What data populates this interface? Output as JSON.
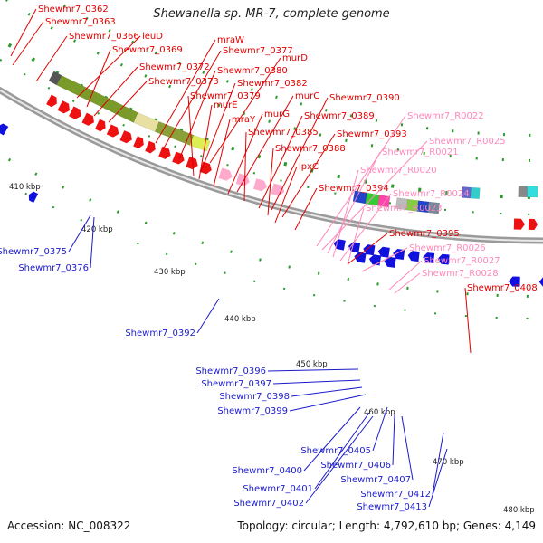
{
  "title": "Shewanella sp. MR-7, complete genome",
  "footer": {
    "accession": "Accession: NC_008322",
    "topology": "Topology: circular; Length: 4,792,610 bp; Genes: 4,149"
  },
  "colors": {
    "backbone": "#9a9a9a",
    "forward_label": "#e00000",
    "forward_arrow": "#ee1111",
    "rna_label": "#ff88bb",
    "rna_arrow": "#ffaacc",
    "reverse_label": "#1a1acc",
    "reverse_arrow": "#1111dd",
    "tick": "#2a9a2a"
  },
  "scale": [
    {
      "label": "410 kbp"
    },
    {
      "label": "420 kbp"
    },
    {
      "label": "430 kbp"
    },
    {
      "label": "440 kbp"
    },
    {
      "label": "450 kbp"
    },
    {
      "label": "460 kbp"
    },
    {
      "label": "470 kbp"
    },
    {
      "label": "480 kbp"
    }
  ],
  "forward_genes": [
    "Shewmr7_0362",
    "Shewmr7_0363",
    "Shewmr7_0366",
    "leuD",
    "Shewmr7_0369",
    "mraW",
    "Shewmr7_0377",
    "Shewmr7_0372",
    "Shewmr7_0380",
    "murD",
    "Shewmr7_0373",
    "Shewmr7_0382",
    "Shewmr7_0379",
    "murC",
    "Shewmr7_0390",
    "murE",
    "mraY",
    "murG",
    "Shewmr7_0389",
    "Shewmr7_0385",
    "Shewmr7_0393",
    "Shewmr7_0388",
    "lpxC",
    "Shewmr7_0394",
    "Shewmr7_0395",
    "Shewmr7_0408"
  ],
  "rna_genes": [
    "Shewmr7_R0022",
    "Shewmr7_R0025",
    "Shewmr7_R0021",
    "Shewmr7_R0020",
    "Shewmr7_R0024",
    "Shewmr7_R0023",
    "Shewmr7_R0026",
    "Shewmr7_R0027",
    "Shewmr7_R0028"
  ],
  "reverse_genes": [
    "Shewmr7_0375",
    "Shewmr7_0376",
    "Shewmr7_0392",
    "Shewmr7_0396",
    "Shewmr7_0397",
    "Shewmr7_0398",
    "Shewmr7_0399",
    "Shewmr7_0405",
    "Shewmr7_0406",
    "Shewmr7_0400",
    "Shewmr7_0407",
    "Shewmr7_0401",
    "Shewmr7_0412",
    "Shewmr7_0402",
    "Shewmr7_0413"
  ]
}
